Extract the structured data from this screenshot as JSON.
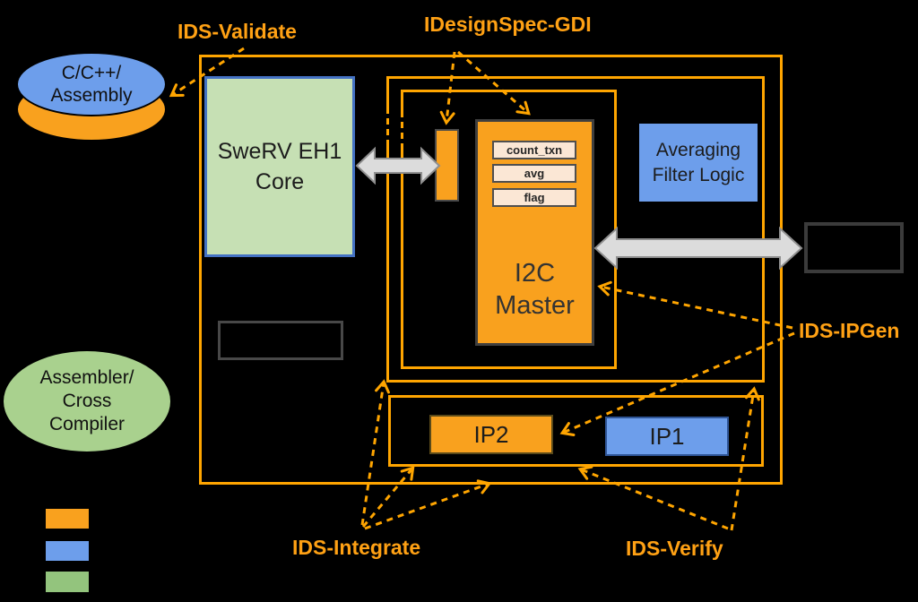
{
  "annotations": {
    "ids_validate": "IDS-Validate",
    "idesignspec_gdi": "IDesignSpec-GDI",
    "ids_ipgen": "IDS-IPGen",
    "ids_integrate": "IDS-Integrate",
    "ids_verify": "IDS-Verify"
  },
  "nodes": {
    "source_ellipse": {
      "lines": [
        "C/C++/",
        "Assembly"
      ]
    },
    "compiler_ellipse": {
      "lines": [
        "Assembler/",
        "Cross",
        "Compiler"
      ]
    },
    "swerv_core": {
      "lines": [
        "SweRV EH1",
        "Core"
      ]
    },
    "i2c_master": {
      "lines": [
        "I2C",
        "Master"
      ],
      "registers": [
        "count_txn",
        "avg",
        "flag"
      ]
    },
    "averaging_filter": {
      "lines": [
        "Averaging",
        "Filter Logic"
      ]
    },
    "ip2": {
      "label": "IP2"
    },
    "ip1": {
      "label": "IP1"
    }
  },
  "legend": {
    "swatches": [
      {
        "name": "orange",
        "color": "#F9A11E"
      },
      {
        "name": "blue",
        "color": "#6D9EEB"
      },
      {
        "name": "green",
        "color": "#93C47D"
      }
    ]
  },
  "colors": {
    "background": "#000000",
    "outline_orange": "#FFA500",
    "annotation_text": "#FFA114",
    "orange_fill": "#F9A11E",
    "blue_fill": "#6D9EEB",
    "swerv_green": "#C6E0B4",
    "ellipse_green": "#A9D18E",
    "register_fill": "#FBE7D5",
    "connector_gray": "#DCDCDC"
  }
}
